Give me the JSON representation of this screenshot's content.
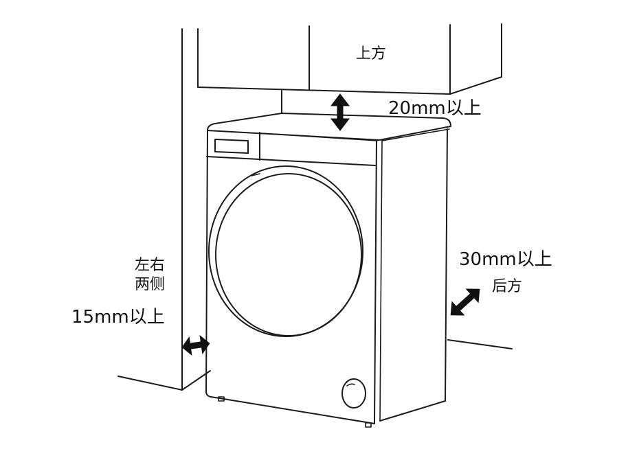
{
  "labels": {
    "top": "上方",
    "top_clearance": "20mm以上",
    "back_clearance": "30mm以上",
    "back": "后方",
    "sides_line1": "左右",
    "sides_line2": "两侧",
    "side_clearance": "15mm以上"
  },
  "colors": {
    "line": "#1a1a1a",
    "arrow": "#111111",
    "background": "#ffffff"
  }
}
